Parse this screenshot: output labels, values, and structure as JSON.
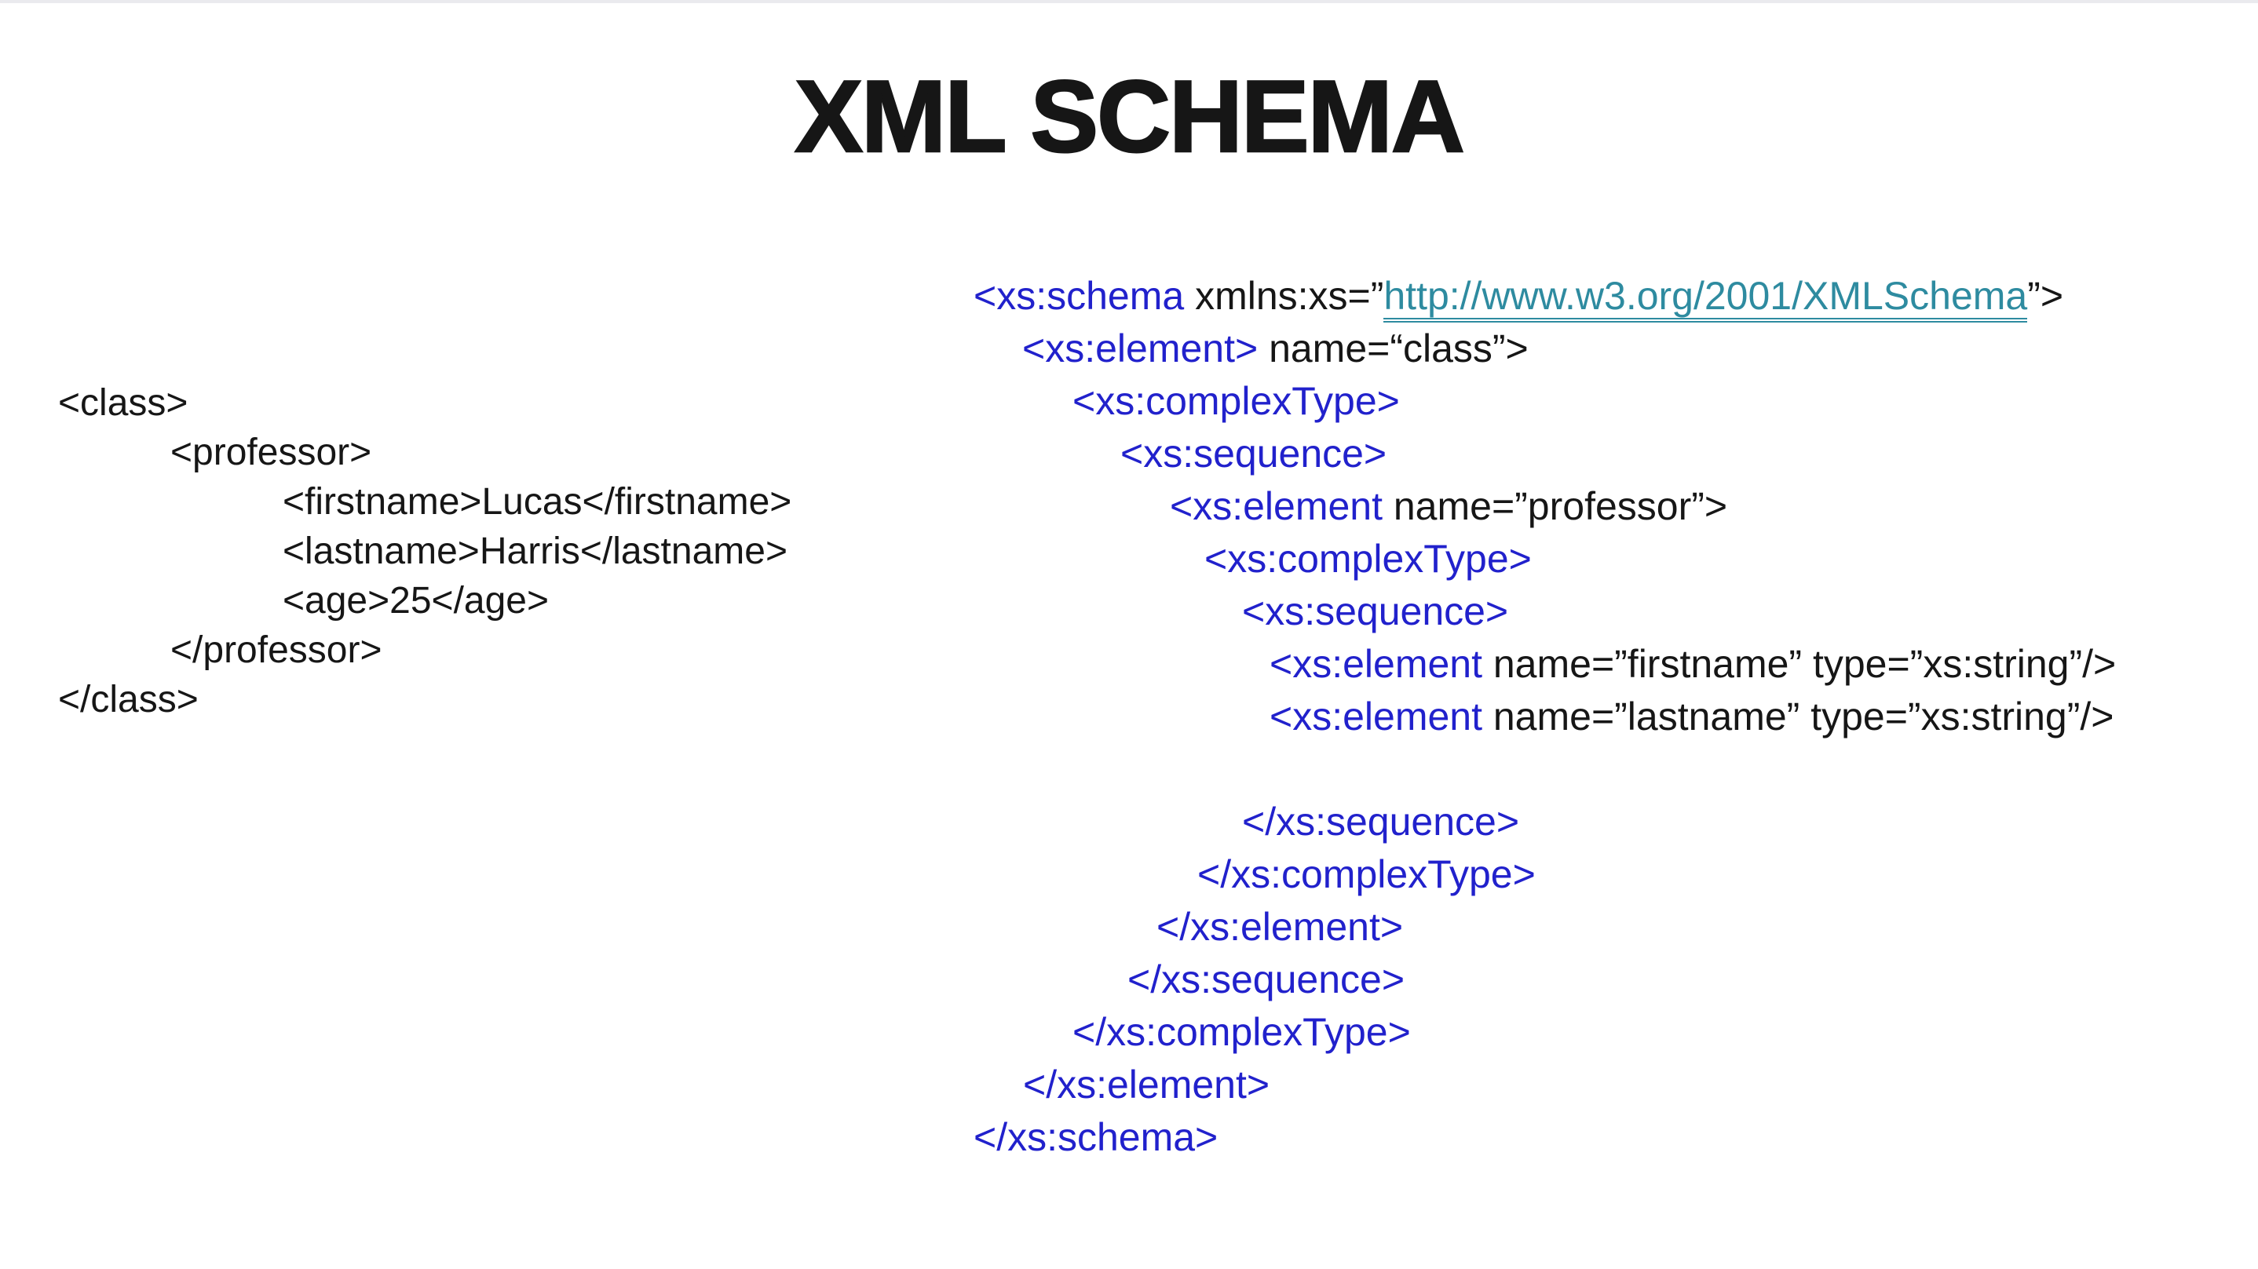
{
  "meta": {
    "title_text": "XML SCHEMA"
  },
  "colors": {
    "background": "#ffffff",
    "top_bar": "#eaeaee",
    "text": "#161616",
    "tag_blue": "#2121cc",
    "link_teal": "#2e8ba0"
  },
  "xml_example": {
    "lines": [
      {
        "text": "<class>"
      },
      {
        "text": "<professor>"
      },
      {
        "text": "<firstname>Lucas</firstname>"
      },
      {
        "text": "<lastname>Harris</lastname>"
      },
      {
        "text": "<age>25</age>"
      },
      {
        "text": "</professor>"
      },
      {
        "text": "</class>"
      }
    ]
  },
  "schema": {
    "lines": [
      {
        "segments": [
          {
            "kind": "tag",
            "text": "<xs:schema"
          },
          {
            "kind": "plain",
            "text": " xmlns:xs=”"
          },
          {
            "kind": "link",
            "text": "http://www.w3.org/2001/XMLSchema"
          },
          {
            "kind": "plain",
            "text": "”>"
          }
        ]
      },
      {
        "segments": [
          {
            "kind": "tag",
            "text": "<xs:element>"
          },
          {
            "kind": "plain",
            "text": " name=“class”>"
          }
        ]
      },
      {
        "segments": [
          {
            "kind": "tag",
            "text": "<xs:complexType>"
          }
        ]
      },
      {
        "segments": [
          {
            "kind": "tag",
            "text": "<xs:sequence>"
          }
        ]
      },
      {
        "segments": [
          {
            "kind": "tag",
            "text": "<xs:element"
          },
          {
            "kind": "plain",
            "text": " name=”professor”>"
          }
        ]
      },
      {
        "segments": [
          {
            "kind": "tag",
            "text": "<xs:complexType>"
          }
        ]
      },
      {
        "segments": [
          {
            "kind": "tag",
            "text": "<xs:sequence>"
          }
        ]
      },
      {
        "segments": [
          {
            "kind": "tag",
            "text": "<xs:element"
          },
          {
            "kind": "plain",
            "text": " name=”firstname” type=”xs:string”/>"
          }
        ]
      },
      {
        "segments": [
          {
            "kind": "tag",
            "text": "<xs:element"
          },
          {
            "kind": "plain",
            "text": " name=”lastname” type=”xs:string”/>"
          }
        ]
      },
      {
        "segments": []
      },
      {
        "segments": [
          {
            "kind": "tag",
            "text": "</xs:sequence>"
          }
        ]
      },
      {
        "segments": [
          {
            "kind": "tag",
            "text": "</xs:complexType>"
          }
        ]
      },
      {
        "segments": [
          {
            "kind": "tag",
            "text": "</xs:element>"
          }
        ]
      },
      {
        "segments": [
          {
            "kind": "tag",
            "text": "</xs:sequence>"
          }
        ]
      },
      {
        "segments": [
          {
            "kind": "tag",
            "text": "</xs:complexType>"
          }
        ]
      },
      {
        "segments": [
          {
            "kind": "tag",
            "text": "</xs:element>"
          }
        ]
      },
      {
        "segments": [
          {
            "kind": "tag",
            "text": "</xs:schema>"
          }
        ]
      }
    ]
  }
}
